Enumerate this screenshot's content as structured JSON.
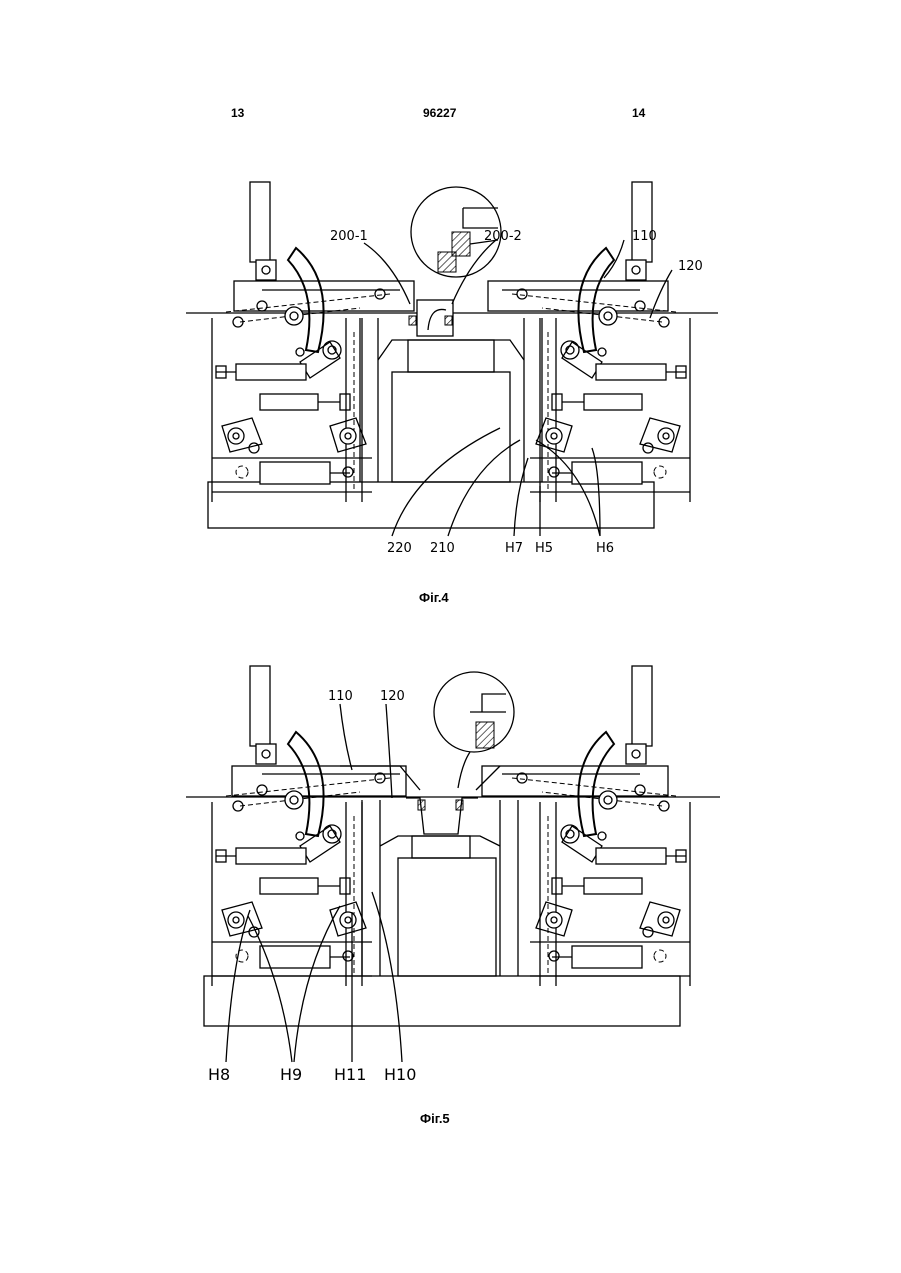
{
  "header": {
    "page_left": "13",
    "patent_number": "96227",
    "page_right": "14"
  },
  "figure4": {
    "caption": "Фіг.4",
    "labels": {
      "l200_1": "200-1",
      "l200_2": "200-2",
      "l110": "110",
      "l120": "120",
      "l220": "220",
      "l210": "210",
      "lH7": "H7",
      "lH5": "H5",
      "lH6": "H6"
    }
  },
  "figure5": {
    "caption": "Фіг.5",
    "labels": {
      "l110": "110",
      "l120": "120",
      "lH8": "H8",
      "lH9": "H9",
      "lH11": "H11",
      "lH10": "H10"
    }
  }
}
